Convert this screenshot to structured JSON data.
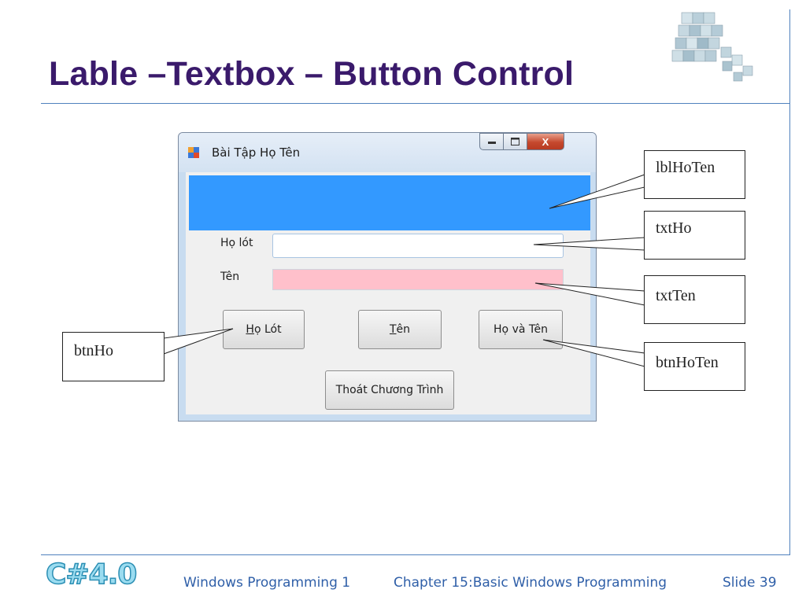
{
  "slide": {
    "title": "Lable –Textbox – Button Control",
    "footer": {
      "logo": "C#4.0",
      "course": "Windows Programming 1",
      "chapter": "Chapter 15:Basic Windows Programming",
      "slide_number": "Slide 39"
    }
  },
  "window": {
    "title": "Bài Tập Họ Tên",
    "caption_buttons": {
      "minimize_icon": "minimize-icon",
      "maximize_icon": "maximize-icon",
      "close": "X"
    },
    "label_ho_lot": "Họ lót",
    "label_ten": "Tên",
    "txt_ho_value": "",
    "txt_ten_value": "",
    "btn_ho": {
      "mnemonic": "H",
      "rest": "ọ Lót"
    },
    "btn_ten": {
      "mnemonic": "T",
      "rest": "ên"
    },
    "btn_hoten": "Họ và Tên",
    "btn_exit": "Thoát Chương Trình"
  },
  "callouts": {
    "lblHoTen": "lblHoTen",
    "txtHo": "txtHo",
    "txtTen": "txtTen",
    "btnHoTen": "btnHoTen",
    "btnHo": "btnHo"
  },
  "colors": {
    "title": "#3a1a6b",
    "label_background": "#3399ff",
    "txt_ten_background": "#ffc0cb",
    "footer_text": "#2f5fa8",
    "rule": "#4f81bd"
  }
}
